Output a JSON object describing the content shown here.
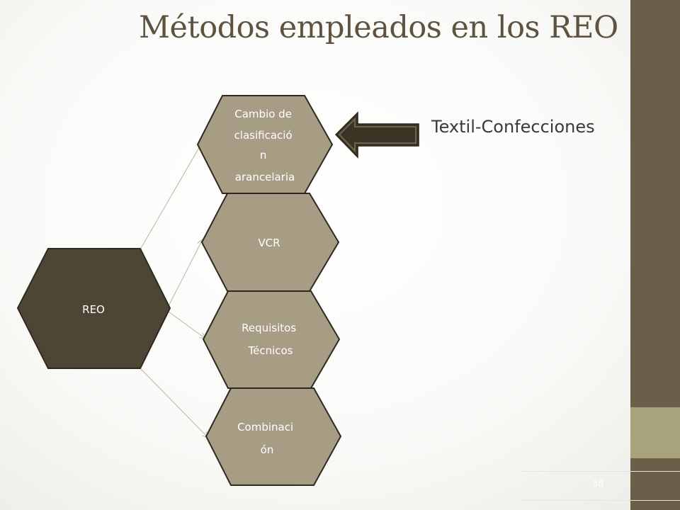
{
  "slide": {
    "title": "Métodos empleados en los REO",
    "page_number": "38",
    "side_label": "Textil-Confecciones"
  },
  "diagram": {
    "root": {
      "lines": [
        "REO"
      ]
    },
    "children": [
      {
        "lines": [
          "Cambio de",
          "clasificació",
          "n",
          "arancelaria"
        ]
      },
      {
        "lines": [
          "VCR"
        ]
      },
      {
        "lines": [
          "Requisitos",
          "Técnicos"
        ]
      },
      {
        "lines": [
          "Combinaci",
          "ón"
        ]
      }
    ]
  },
  "colors": {
    "root_fill": "#4e4634",
    "child_fill": "#a79d85",
    "hex_stroke": "#2f2a20",
    "connector": "#b9b49c",
    "arrow_fill": "#3b3424",
    "sidebar": "#6b5f4a",
    "sidebar_accent": "#a9a37b",
    "title": "#5d5340"
  },
  "icons": {
    "pointer": "left-arrow-icon"
  }
}
